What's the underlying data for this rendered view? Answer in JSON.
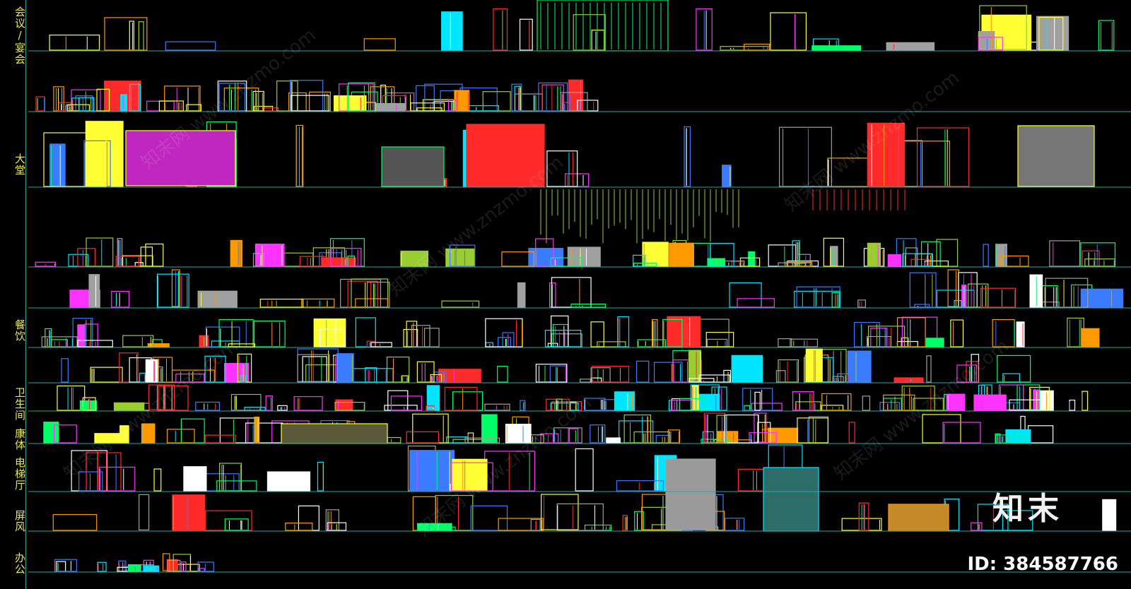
{
  "categories": [
    {
      "id": "meeting",
      "label": "会议/宴会"
    },
    {
      "id": "lobby",
      "label": "大堂"
    },
    {
      "id": "dining",
      "label": "餐饮"
    },
    {
      "id": "bathroom",
      "label": "卫生间"
    },
    {
      "id": "fitness",
      "label": "康体"
    },
    {
      "id": "elevator",
      "label": "电梯厅"
    },
    {
      "id": "screen",
      "label": "屏风"
    },
    {
      "id": "office",
      "label": "办公"
    }
  ],
  "watermark_text": "知末网 www.znzmo.com",
  "brand_logo": "知末",
  "image_id": "ID: 384587766",
  "colors": {
    "background": "#000000",
    "guide_line": "#2aa6a6",
    "label": "#e8e850",
    "cad_palette": [
      "#ff2a2a",
      "#00ff66",
      "#ffff33",
      "#00e5ff",
      "#ff33ff",
      "#ffffff",
      "#3a7bff",
      "#ff9900",
      "#a0a0a0",
      "#9acd32"
    ]
  }
}
